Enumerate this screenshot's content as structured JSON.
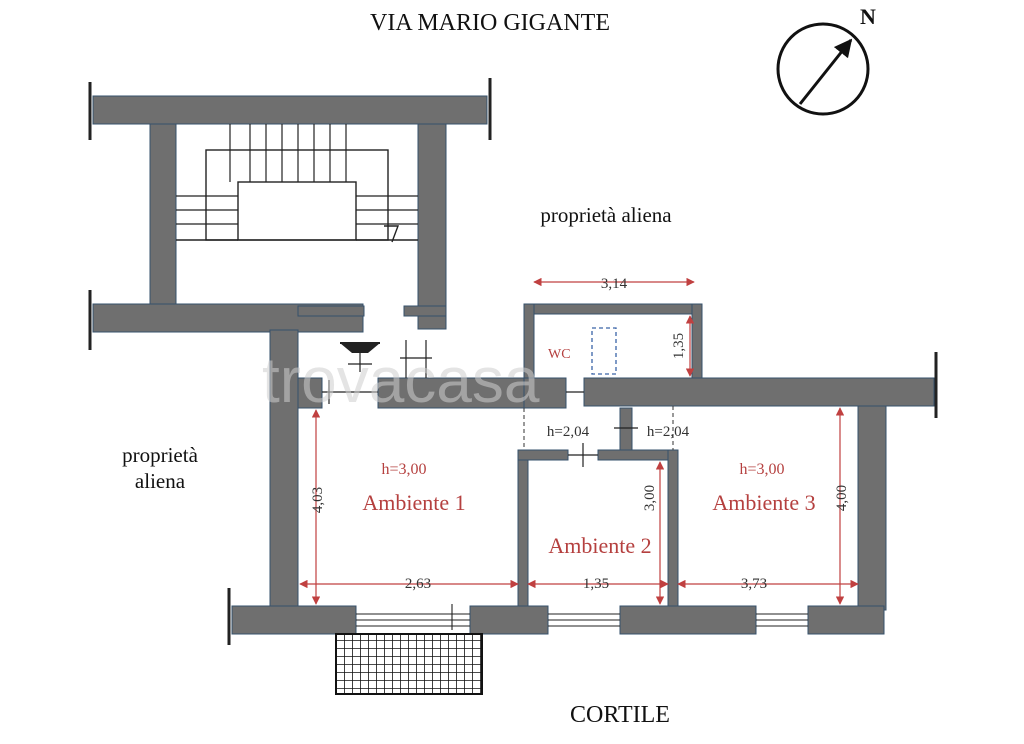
{
  "labels": {
    "street": "VIA MARIO GIGANTE",
    "courtyard": "CORTILE",
    "neighbor_top": "proprietà aliena",
    "neighbor_left_line1": "proprietà",
    "neighbor_left_line2": "aliena",
    "north": "N",
    "watermark": "trovacasa"
  },
  "rooms": [
    {
      "name": "Ambiente 1",
      "height": "h=3,00",
      "width": "2,63",
      "depth": "4,03"
    },
    {
      "name": "Ambiente 2",
      "width": "1,35",
      "depth": "3,00"
    },
    {
      "name": "Ambiente 3",
      "height": "h=3,00",
      "width": "3,73",
      "depth": "4,00"
    }
  ],
  "wc": {
    "name": "WC",
    "width": "3,14",
    "depth": "1,35"
  },
  "passages": [
    "h=2,04",
    "h=2,04"
  ],
  "colors": {
    "wall": "#6f6f6f",
    "dimension": "#c04040",
    "room_text": "#b5403f"
  }
}
